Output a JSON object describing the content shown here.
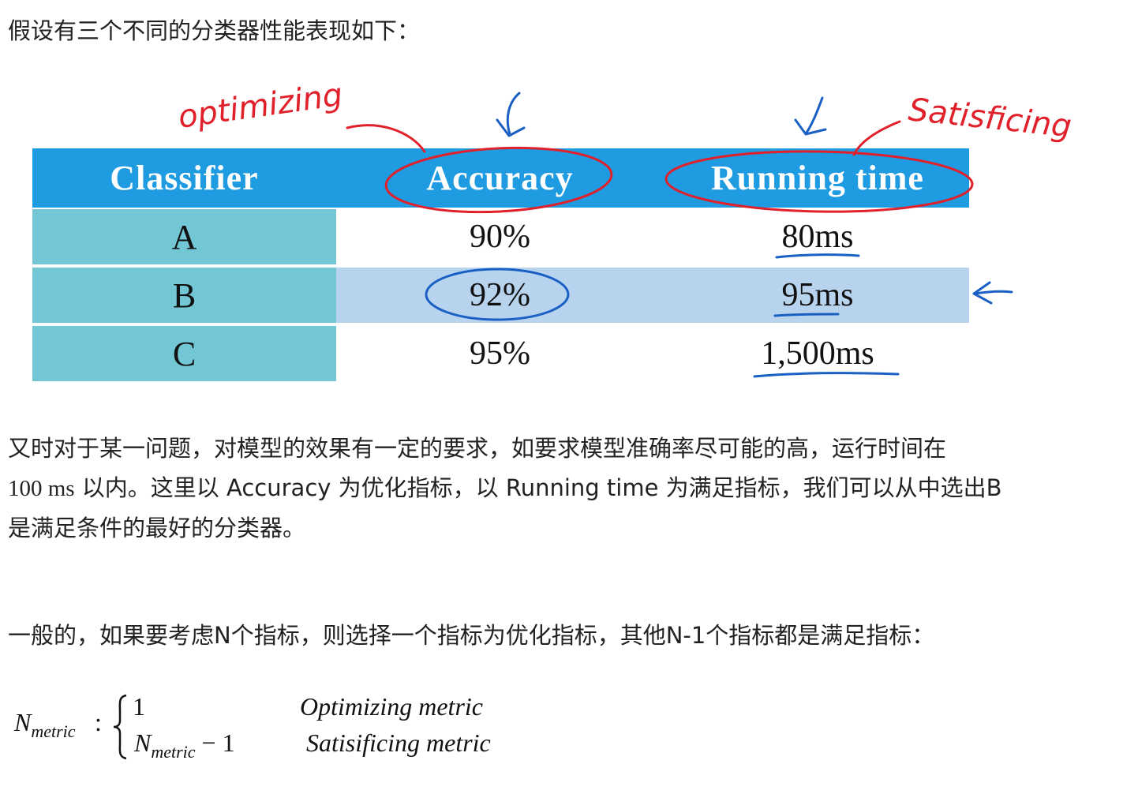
{
  "intro": "假设有三个不同的分类器性能表现如下：",
  "table": {
    "headers": [
      "Classifier",
      "Accuracy",
      "Running time"
    ],
    "rows": [
      {
        "classifier": "A",
        "accuracy": "90%",
        "time": "80ms"
      },
      {
        "classifier": "B",
        "accuracy": "92%",
        "time": "95ms"
      },
      {
        "classifier": "C",
        "accuracy": "95%",
        "time": "1,500ms"
      }
    ],
    "annotations": {
      "optimizing": "optimizing",
      "satisficing": "Satisficing"
    },
    "colors": {
      "header": "#1e9be1",
      "label_column": "#73c6d3",
      "highlight_row": "#b7d3ee",
      "red_ink": "#e0202a",
      "blue_ink": "#1a60c4"
    }
  },
  "para2": {
    "line1": "又时对于某一问题，对模型的效果有一定的要求，如要求模型准确率尽可能的高，运行时间在",
    "line2_math": "100 ms",
    "line2_text": " 以内。这里以 Accuracy 为优化指标，以 Running time 为满足指标，我们可以从中选出B",
    "line3": "是满足条件的最好的分类器。"
  },
  "para3": "一般的，如果要考虑N个指标，则选择一个指标为优化指标，其他N-1个指标都是满足指标：",
  "formula": {
    "lhs": "N",
    "lhs_sub": "metric",
    "colon": ":",
    "row1_value": "1",
    "row1_label": "Optimizing metric",
    "row2_value": "N",
    "row2_sub": "metric",
    "row2_minus": " − 1",
    "row2_label": "Satisificing metric"
  }
}
